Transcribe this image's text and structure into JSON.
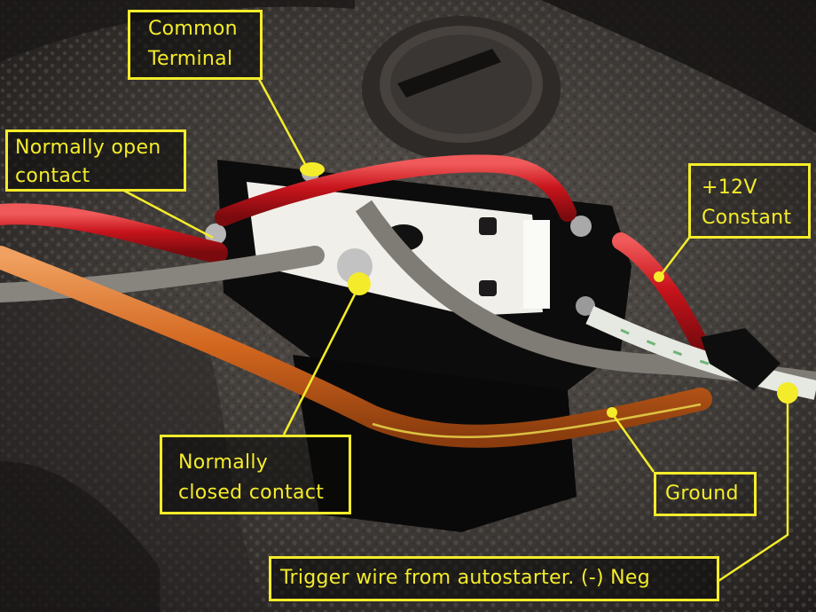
{
  "image": {
    "description": "Annotated photo of a relay wired with red, grey, orange and white wires resting on a dark textured plastic surface",
    "accent_color": "#f4ec2a"
  },
  "callouts": [
    {
      "id": "common-terminal",
      "lines": [
        "Common",
        "Terminal"
      ]
    },
    {
      "id": "normally-open-contact",
      "lines": [
        "Normally open",
        "contact"
      ]
    },
    {
      "id": "plus12v-constant",
      "lines": [
        "+12V",
        "Constant"
      ]
    },
    {
      "id": "normally-closed-contact",
      "lines": [
        "Normally",
        "closed contact"
      ]
    },
    {
      "id": "ground",
      "lines": [
        "Ground"
      ]
    },
    {
      "id": "trigger-wire",
      "lines": [
        "Trigger wire from autostarter. (-) Neg"
      ]
    }
  ],
  "wires": [
    {
      "name": "red-wire",
      "color": "#c8141c"
    },
    {
      "name": "grey-wire",
      "color": "#8a8680"
    },
    {
      "name": "orange-wire",
      "color": "#d2661e"
    },
    {
      "name": "white-wire",
      "color": "#e6e8e2"
    }
  ]
}
